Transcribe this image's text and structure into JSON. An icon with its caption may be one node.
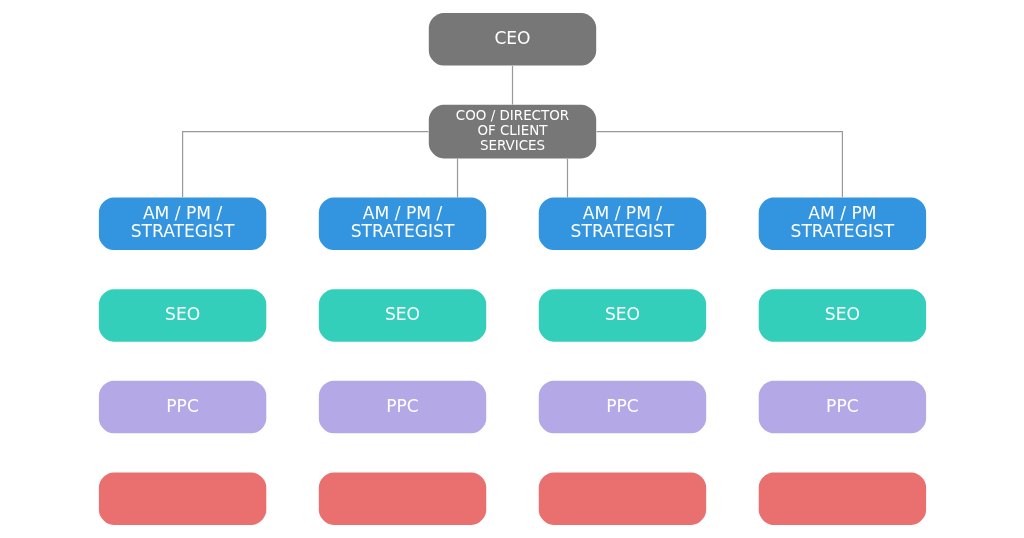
{
  "diagram": {
    "nodes": [
      {
        "text": [
          "CEO"
        ]
      },
      {
        "text": [
          "COO / DIRECTOR OF CLIENT SERVICES"
        ]
      },
      {
        "text": [
          "AM / PM / STRATEGIST"
        ]
      },
      {
        "text": [
          "AM / PM / STRATEGIST"
        ]
      },
      {
        "text": [
          "AM / PM / STRATEGIST"
        ]
      },
      {
        "text": [
          "AM / PM STRATEGIST"
        ]
      },
      {
        "text": [
          "SEO"
        ]
      },
      {
        "text": [
          "SEO"
        ]
      },
      {
        "text": [
          "SEO"
        ]
      },
      {
        "text": [
          "SEO"
        ]
      },
      {
        "text": [
          "PPC"
        ]
      },
      {
        "text": [
          "PPC"
        ]
      },
      {
        "text": [
          "PPC"
        ]
      },
      {
        "text": [
          "PPC"
        ]
      },
      {
        "text": [],
        "shape": "box"
      },
      {
        "text": [],
        "shape": "box"
      },
      {
        "text": [],
        "shape": "box"
      },
      {
        "text": [],
        "shape": "box"
      }
    ],
    "edges": [
      {
        "from": 0,
        "to": 1,
        "arrow": "none"
      },
      {
        "from": 1,
        "to": 2,
        "arrow": "none"
      },
      {
        "from": 1,
        "to": 3,
        "arrow": "none"
      },
      {
        "from": 1,
        "to": 4,
        "arrow": "none"
      },
      {
        "from": 1,
        "to": 5,
        "arrow": "none"
      }
    ]
  }
}
